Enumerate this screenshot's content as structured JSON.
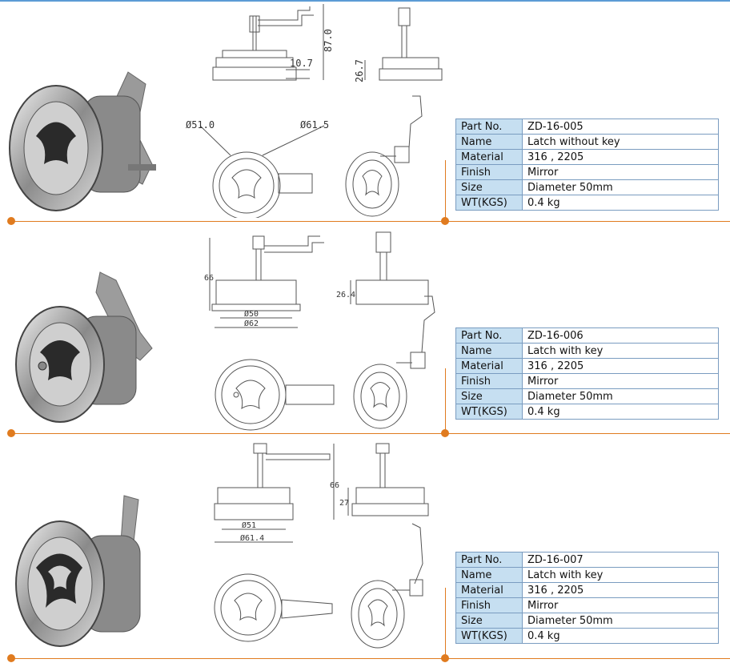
{
  "products": [
    {
      "dims": {
        "height": "87.0",
        "flange": "10.7",
        "side_height": "26.7",
        "inner_dia": "Ø51.0",
        "outer_dia": "Ø61.5"
      },
      "specs": [
        {
          "label": "Part No.",
          "value": "ZD-16-005"
        },
        {
          "label": "Name",
          "value": "Latch without key"
        },
        {
          "label": "Material",
          "value": "316 , 2205"
        },
        {
          "label": "Finish",
          "value": "Mirror"
        },
        {
          "label": "Size",
          "value": "Diameter 50mm"
        },
        {
          "label": "WT(KGS)",
          "value": "0.4 kg"
        }
      ]
    },
    {
      "dims": {
        "height": "66",
        "side_height": "26.4",
        "inner_dia": "Ø50",
        "outer_dia": "Ø62"
      },
      "specs": [
        {
          "label": "Part No.",
          "value": "ZD-16-006"
        },
        {
          "label": "Name",
          "value": "Latch with key"
        },
        {
          "label": "Material",
          "value": "316 , 2205"
        },
        {
          "label": "Finish",
          "value": "Mirror"
        },
        {
          "label": "Size",
          "value": "Diameter 50mm"
        },
        {
          "label": "WT(KGS)",
          "value": "0.4 kg"
        }
      ]
    },
    {
      "dims": {
        "height": "66",
        "side_height": "27",
        "inner_dia": "Ø51",
        "outer_dia": "Ø61.4"
      },
      "specs": [
        {
          "label": "Part No.",
          "value": "ZD-16-007"
        },
        {
          "label": "Name",
          "value": "Latch with key"
        },
        {
          "label": "Material",
          "value": "316 , 2205"
        },
        {
          "label": "Finish",
          "value": "Mirror"
        },
        {
          "label": "Size",
          "value": "Diameter 50mm"
        },
        {
          "label": "WT(KGS)",
          "value": "0.4 kg"
        }
      ]
    }
  ],
  "colors": {
    "accent": "#e07b1f",
    "table_label_bg": "#c6dff1",
    "top_rule": "#5b9bd5"
  }
}
